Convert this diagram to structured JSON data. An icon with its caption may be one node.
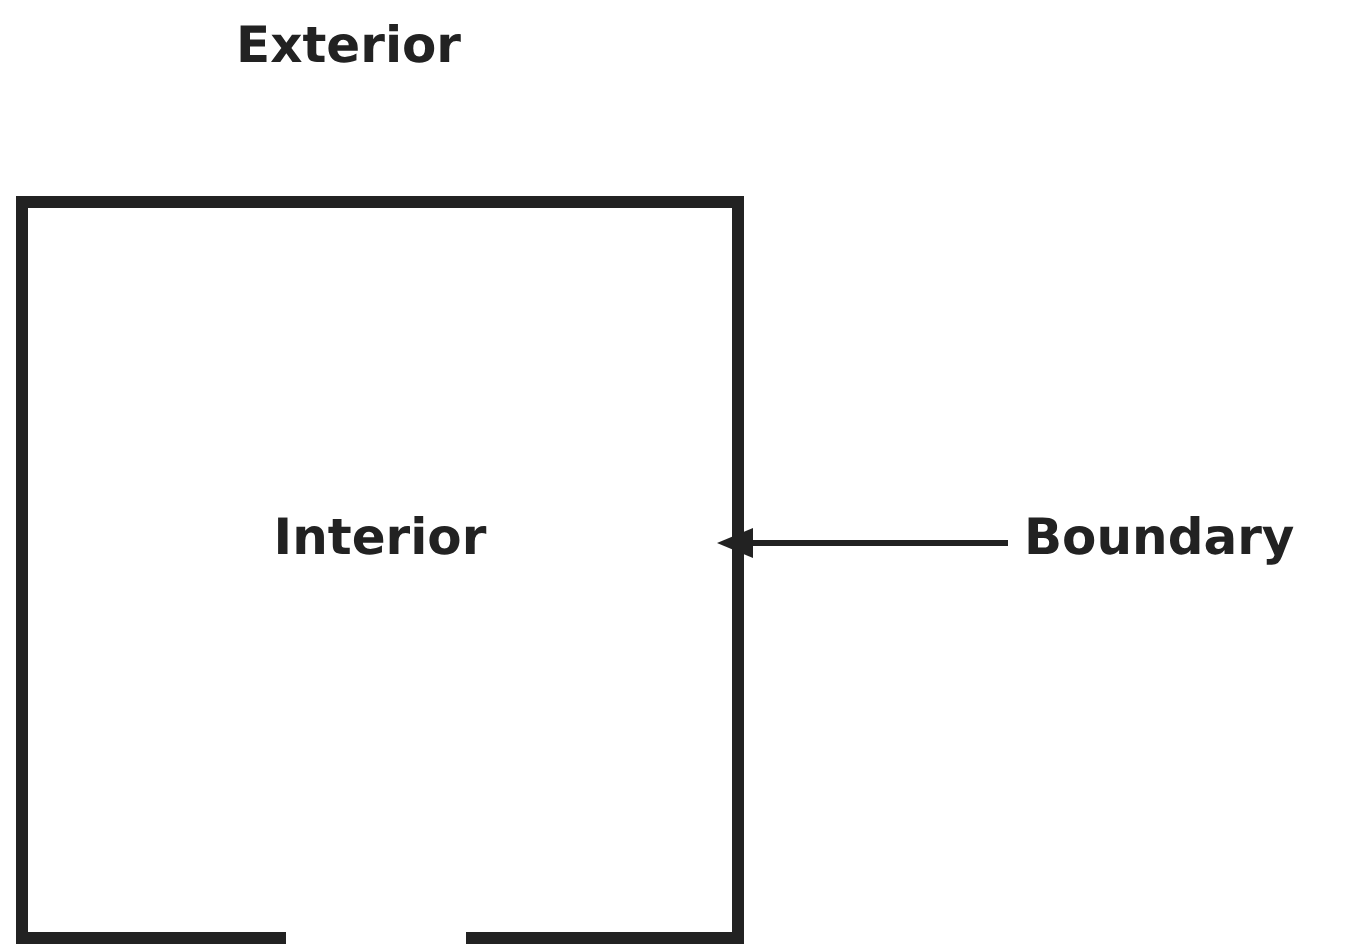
{
  "diagram": {
    "title": "Exterior",
    "nodes": [
      {
        "text": [
          "Interior"
        ]
      },
      {
        "text": [
          "Boundary"
        ]
      }
    ],
    "edges": [
      {
        "from": 1,
        "to": 0,
        "arrow": "to"
      }
    ]
  }
}
